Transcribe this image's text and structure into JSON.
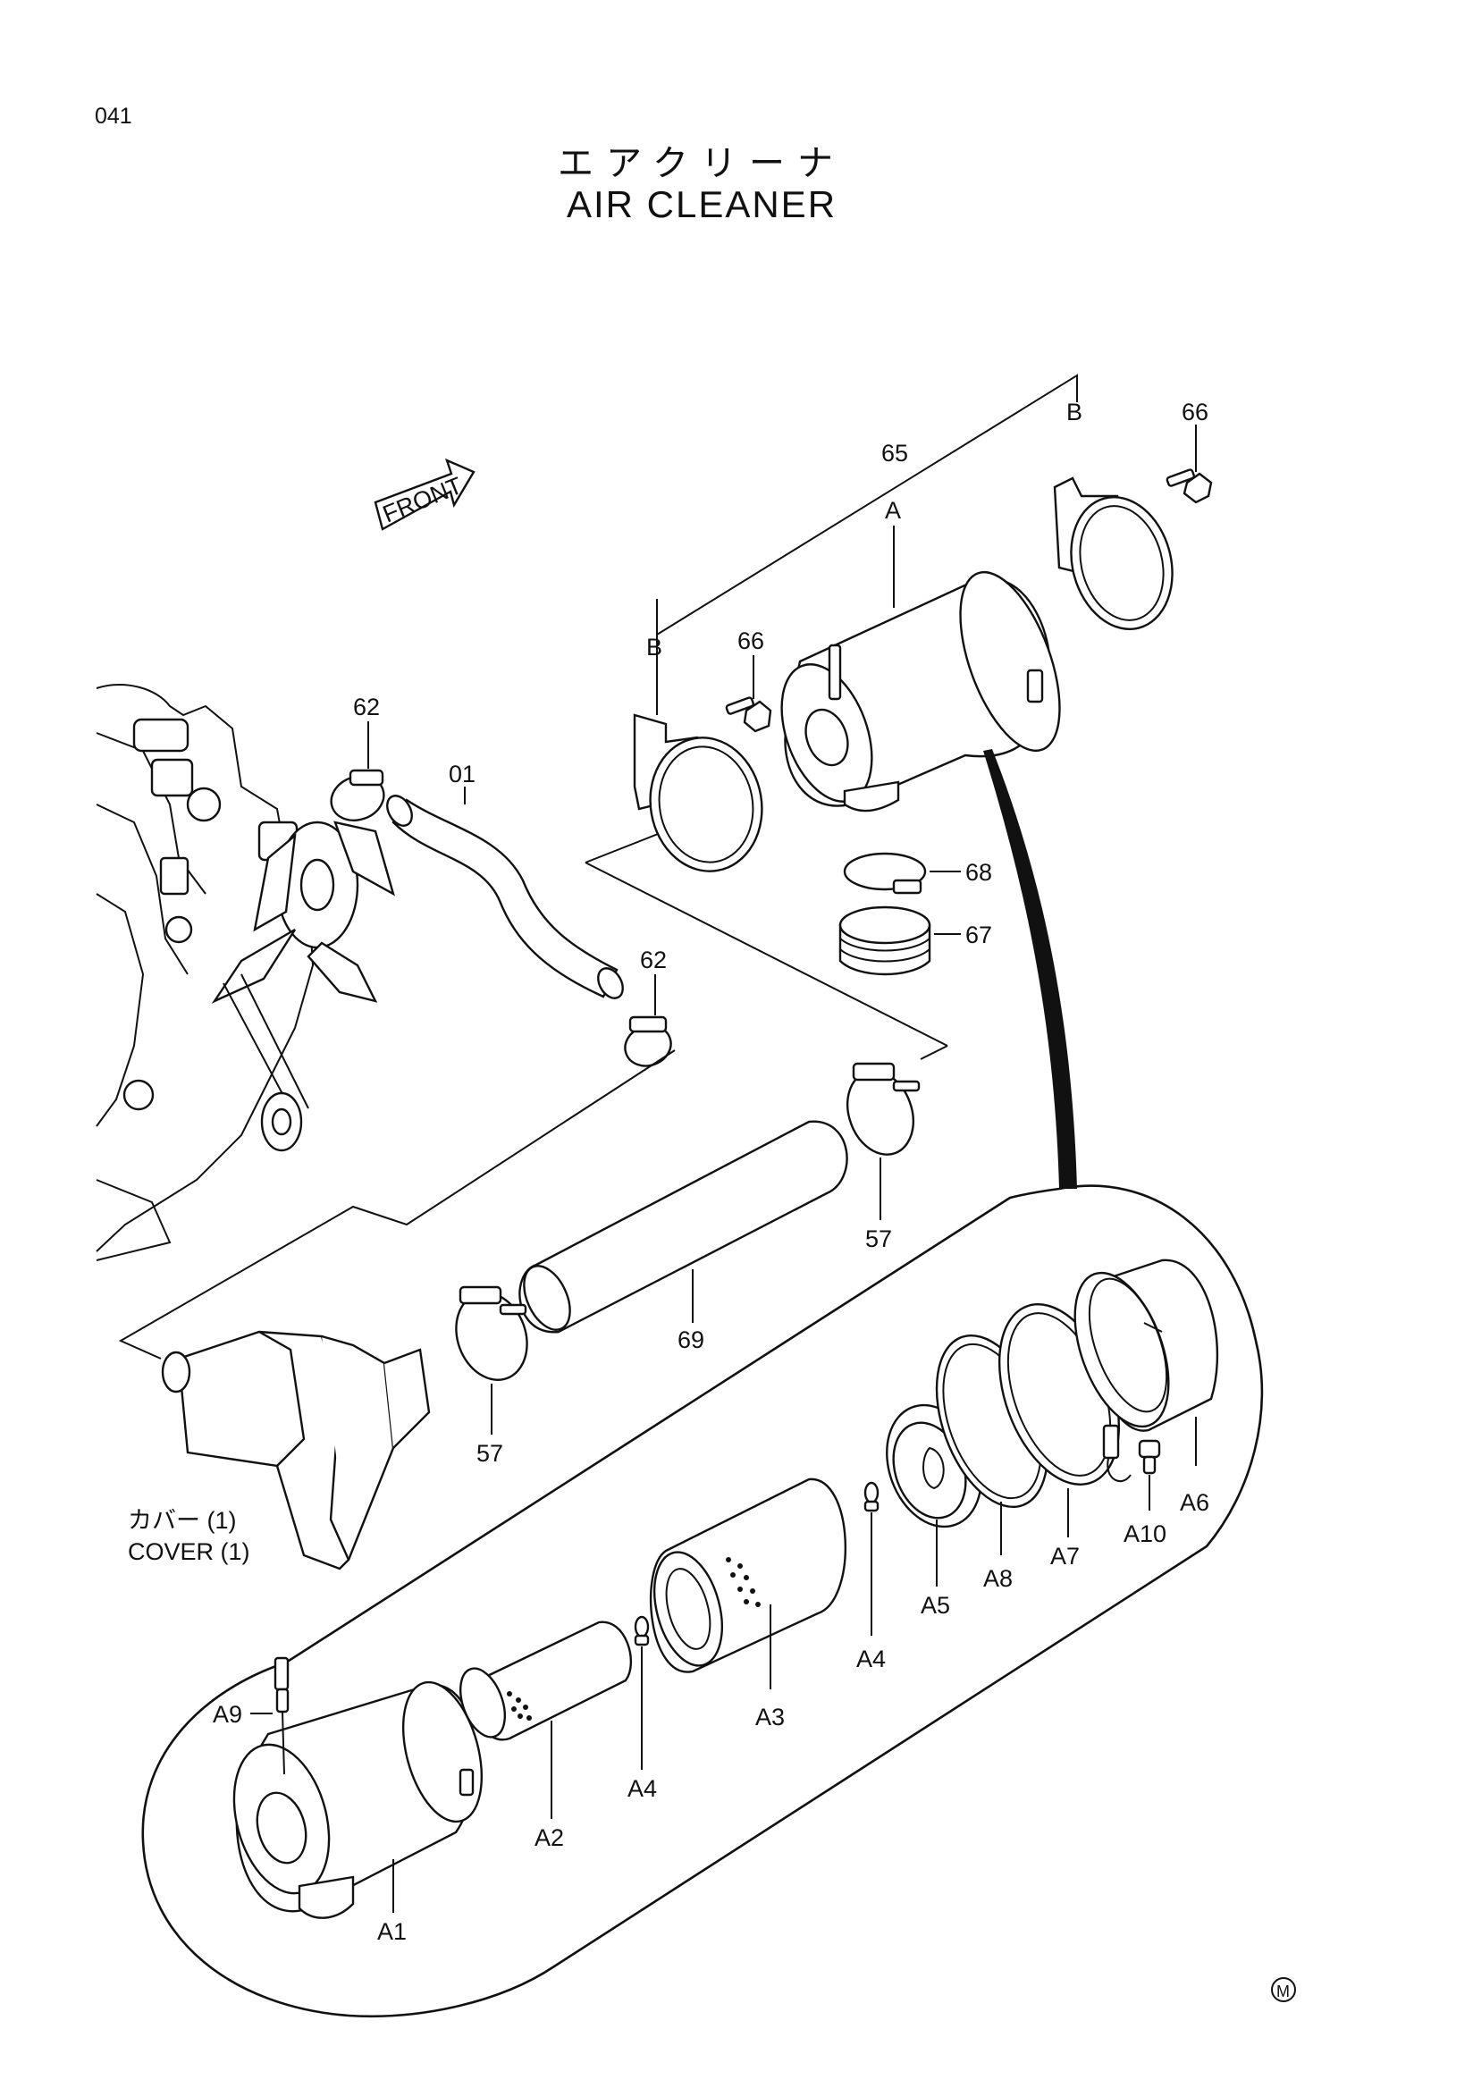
{
  "page_number": "041",
  "title_jp": "エアクリーナ",
  "title_en": "AIR  CLEANER",
  "front_label": "FRONT",
  "cover_label_jp": "カバー (1)",
  "cover_label_en": "COVER (1)",
  "mark_symbol": "M",
  "callouts": {
    "p01": "01",
    "p57a": "57",
    "p57b": "57",
    "p62a": "62",
    "p62b": "62",
    "p65": "65",
    "pA": "A",
    "pB1": "B",
    "pB2": "B",
    "p66a": "66",
    "p66b": "66",
    "p67": "67",
    "p68": "68",
    "p69": "69",
    "a1": "A1",
    "a2": "A2",
    "a3": "A3",
    "a4a": "A4",
    "a4b": "A4",
    "a5": "A5",
    "a6": "A6",
    "a7": "A7",
    "a8": "A8",
    "a9": "A9",
    "a10": "A10"
  }
}
